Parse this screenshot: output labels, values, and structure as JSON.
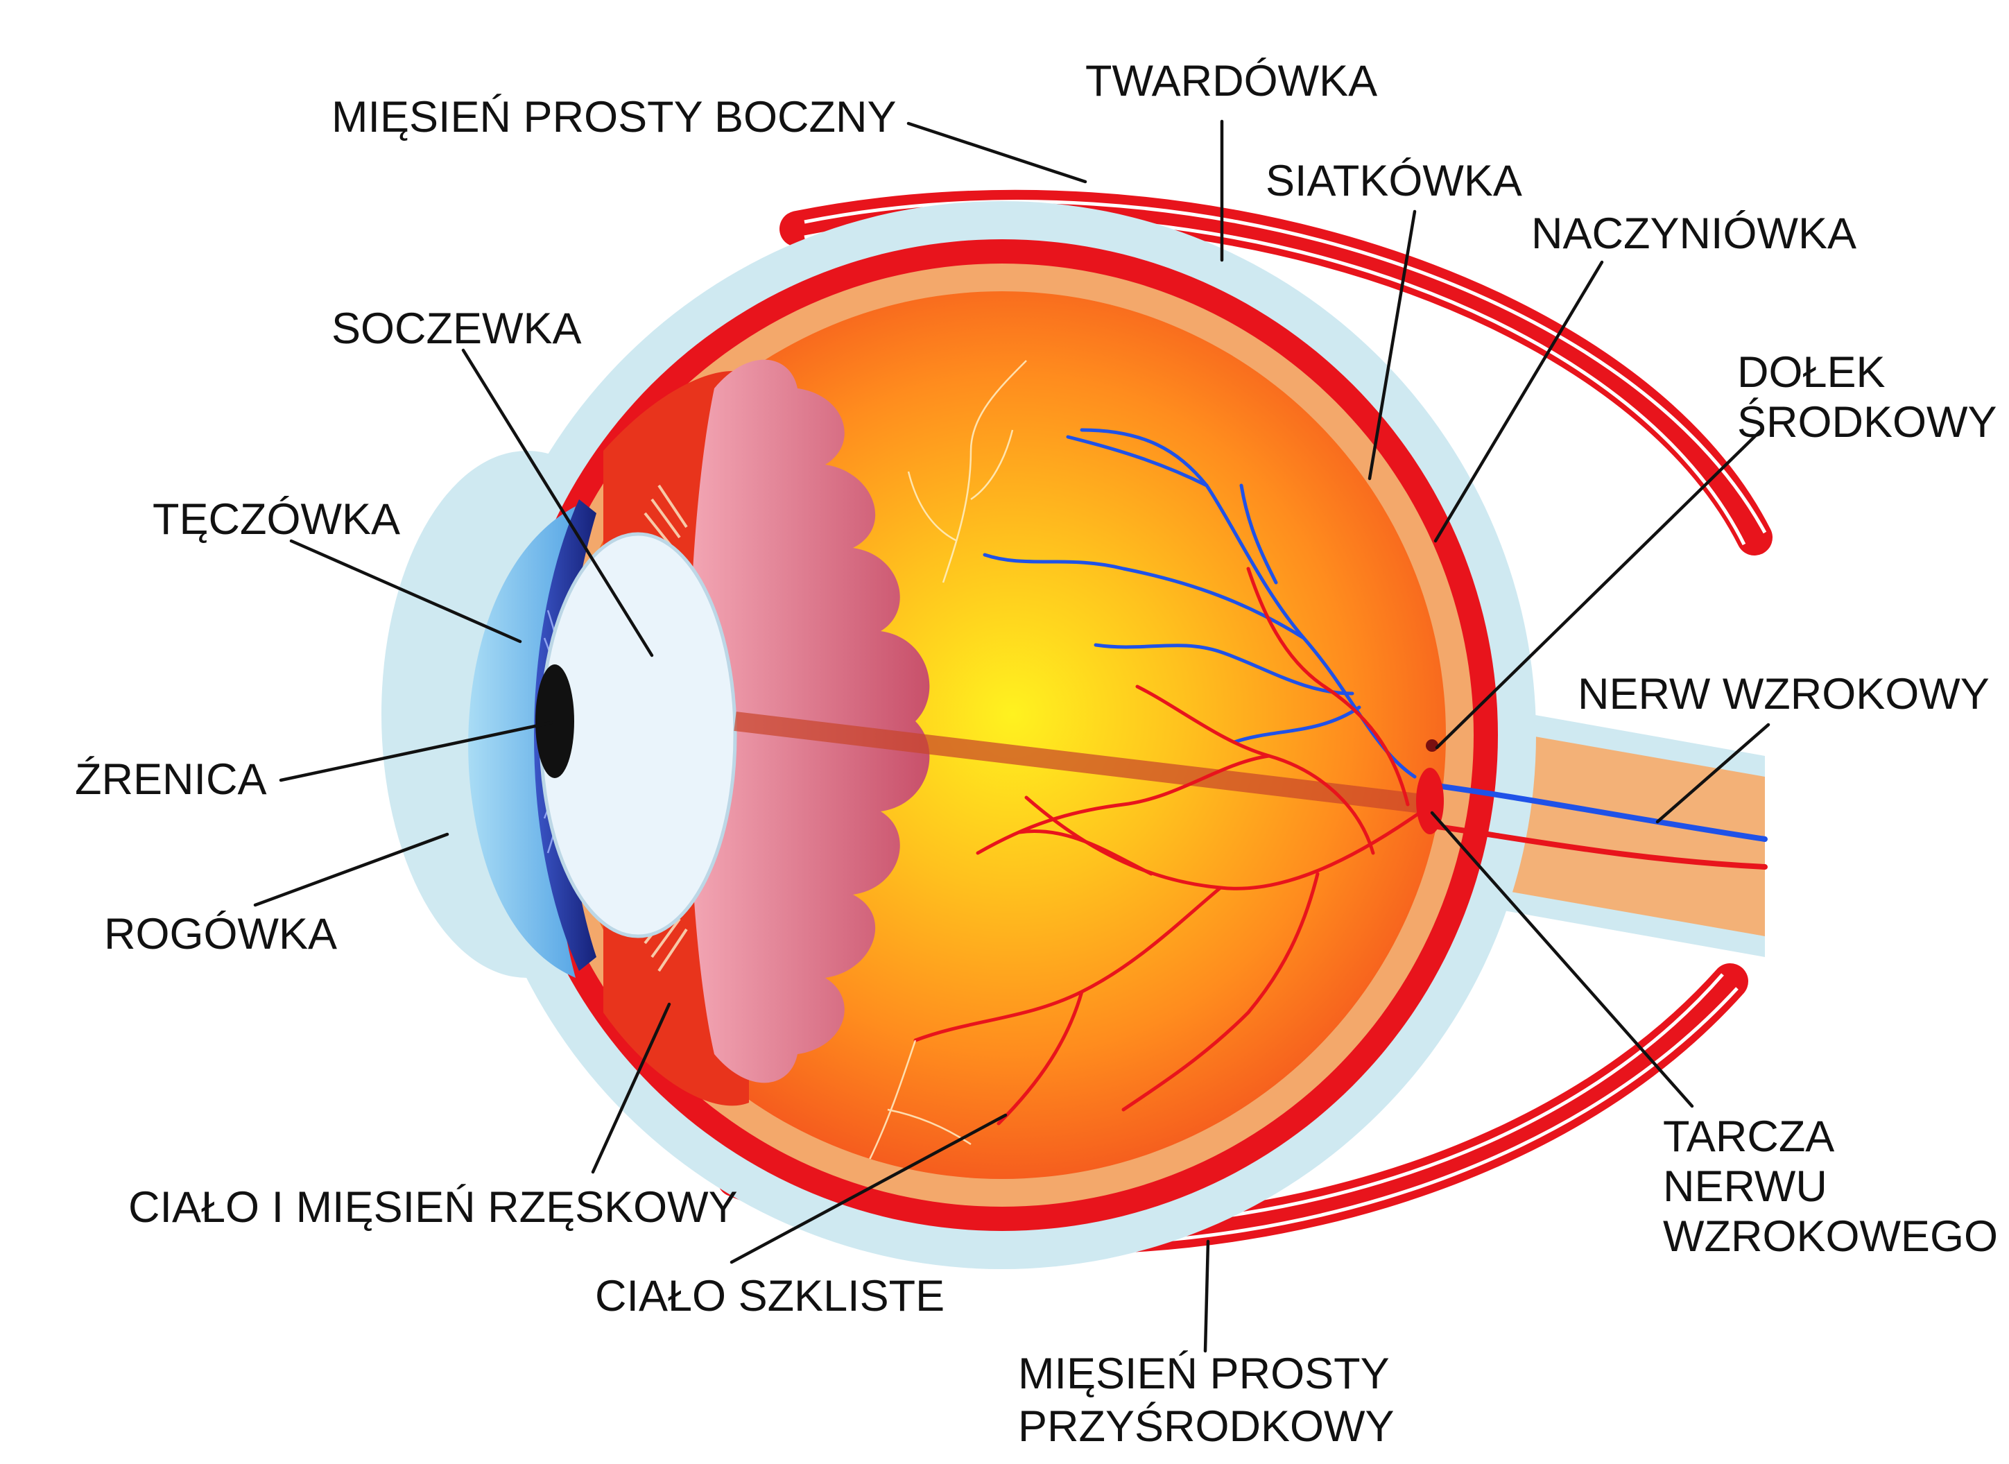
{
  "labels": {
    "miesien_prosty_boczny": "MIĘSIEŃ PROSTY BOCZNY",
    "twardowka": "TWARDÓWKA",
    "siatkowka": "SIATKÓWKA",
    "naczyniowka": "NACZYNIÓWKA",
    "dolek_srodkowy": [
      "DOŁEK",
      "ŚRODKOWY"
    ],
    "soczewka": "SOCZEWKA",
    "teczowka": "TĘCZÓWKA",
    "zrenica": "ŹRENICA",
    "rogowka": "ROGÓWKA",
    "nerw_wzrokowy": "NERW WZROKOWY",
    "cialo_miesien_rzeskowy": "CIAŁO I MIĘSIEŃ RZĘSKOWY",
    "cialo_szkliste": "CIAŁO SZKLISTE",
    "tarcza_nerwu": [
      "TARCZA",
      "NERWU",
      "WZROKOWEGO"
    ],
    "miesien_prosty_przysrodkowy": [
      "MIĘSIEŃ PROSTY",
      "PRZYŚRODKOWY"
    ]
  },
  "colors": {
    "sclera": "#cfe9f1",
    "choroid": "#e8141c",
    "retina_layer": "#f3a86b",
    "vitreous_center": "#fff21f",
    "vitreous_mid": "#ffa51e",
    "vitreous_edge": "#f4661e",
    "ciliary_body": "#d46a7e",
    "lens": "#eaf4fb",
    "iris": "#1f2f9a",
    "cornea": "#7fc3ee",
    "pupil": "#111111",
    "artery": "#e8141c",
    "vein": "#1f52e8",
    "optic_nerve": "#f3b177",
    "muscle": "#e8141c",
    "leader_line": "#111111"
  }
}
